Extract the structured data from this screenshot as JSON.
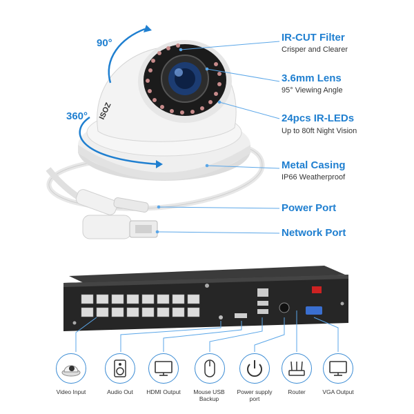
{
  "angles": {
    "tilt": "90°",
    "pan": "360°"
  },
  "camera_brand": "ISOZ",
  "features": [
    {
      "title": "IR-CUT Filter",
      "subtitle": "Crisper and Clearer"
    },
    {
      "title": "3.6mm Lens",
      "subtitle": "95° Viewing Angle"
    },
    {
      "title": "24pcs IR-LEDs",
      "subtitle": "Up to 80ft Night Vision"
    },
    {
      "title": "Metal Casing",
      "subtitle": "IP66 Weatherproof"
    },
    {
      "title": "Power Port",
      "subtitle": ""
    },
    {
      "title": "Network Port",
      "subtitle": ""
    }
  ],
  "ports": [
    {
      "label": "Video Input",
      "icon": "dome-camera-icon"
    },
    {
      "label": "Audio Out",
      "icon": "speaker-icon"
    },
    {
      "label": "HDMI Output",
      "icon": "monitor-icon"
    },
    {
      "label": "Mouse USB Backup",
      "icon": "mouse-icon"
    },
    {
      "label": "Power supply port",
      "icon": "power-icon"
    },
    {
      "label": "Router",
      "icon": "router-icon"
    },
    {
      "label": "VGA Output",
      "icon": "monitor-icon"
    }
  ],
  "colors": {
    "accent": "#1f7fd0",
    "nvr_body": "#2b2b2b",
    "camera": "#f2f2f2"
  }
}
